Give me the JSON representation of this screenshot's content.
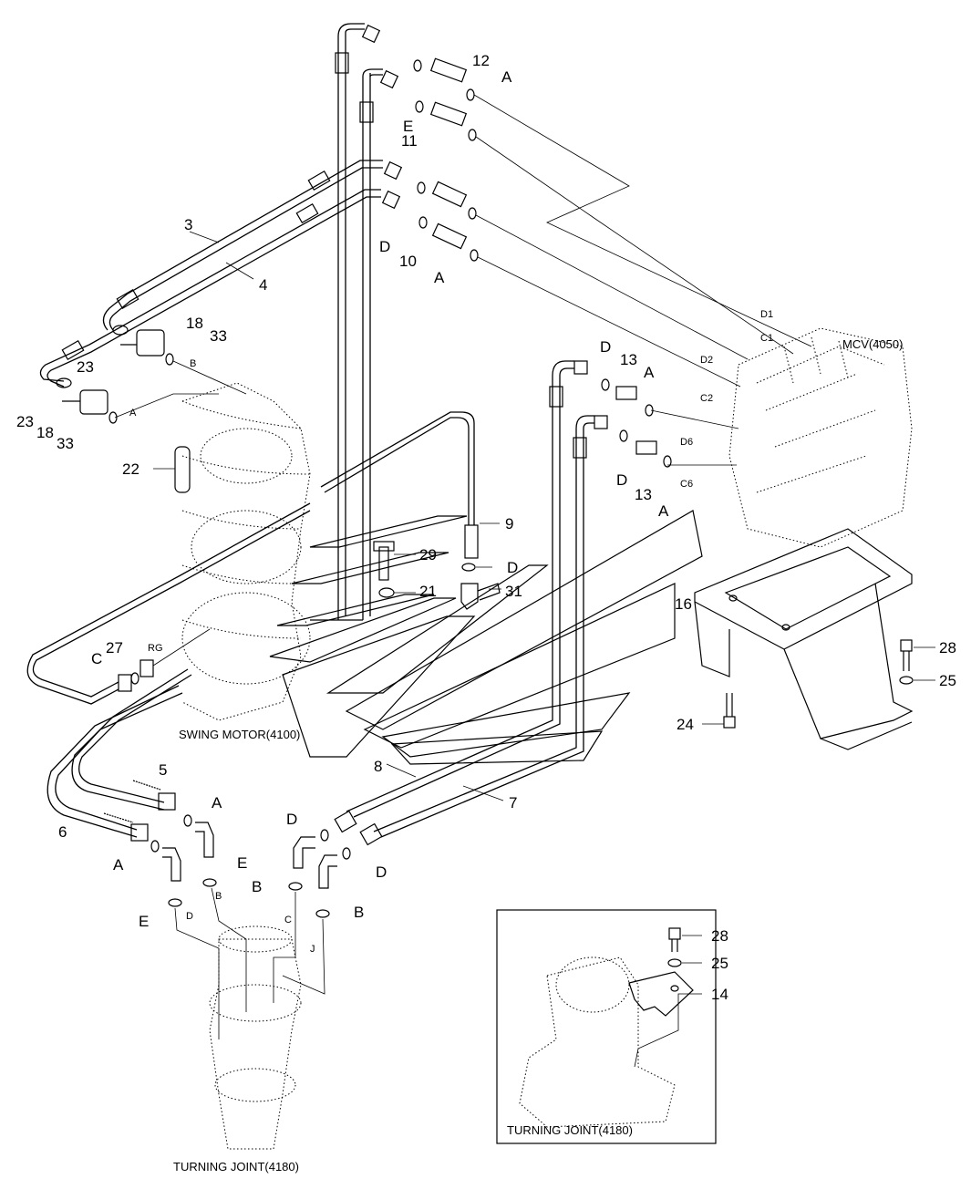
{
  "diagram": {
    "assemblies": {
      "mcv": "MCV(4050)",
      "swing_motor": "SWING MOTOR(4100)",
      "turning_joint": "TURNING JOINT(4180)",
      "detail_turning_joint": "TURNING JOINT(4180)"
    },
    "part_numbers": {
      "p3": "3",
      "p4": "4",
      "p5": "5",
      "p6": "6",
      "p7": "7",
      "p8": "8",
      "p9": "9",
      "p10": "10",
      "p11": "11",
      "p12": "12",
      "p13a": "13",
      "p13b": "13",
      "p14": "14",
      "p16": "16",
      "p18a": "18",
      "p18b": "18",
      "p21": "21",
      "p22": "22",
      "p23a": "23",
      "p23b": "23",
      "p24": "24",
      "p25a": "25",
      "p25b": "25",
      "p27": "27",
      "p28a": "28",
      "p28b": "28",
      "p29": "29",
      "p31": "31",
      "p33a": "33",
      "p33b": "33"
    },
    "oring_letters": {
      "a1": "A",
      "a2": "A",
      "a3": "A",
      "a4": "A",
      "a5": "A",
      "a6": "A",
      "e1": "E",
      "e2": "E",
      "e3": "E",
      "d1": "D",
      "d2": "D",
      "d3": "D",
      "d4": "D",
      "d5": "D",
      "d6": "D",
      "b1": "B",
      "b2": "B",
      "c1": "C"
    },
    "port_labels": {
      "d1": "D1",
      "c1": "C1",
      "d2": "D2",
      "c2": "C2",
      "d6": "D6",
      "c6": "C6",
      "rg": "RG",
      "pa": "A",
      "pb": "B",
      "pd": "D",
      "pbb": "B",
      "pc": "C",
      "pj": "J"
    }
  }
}
